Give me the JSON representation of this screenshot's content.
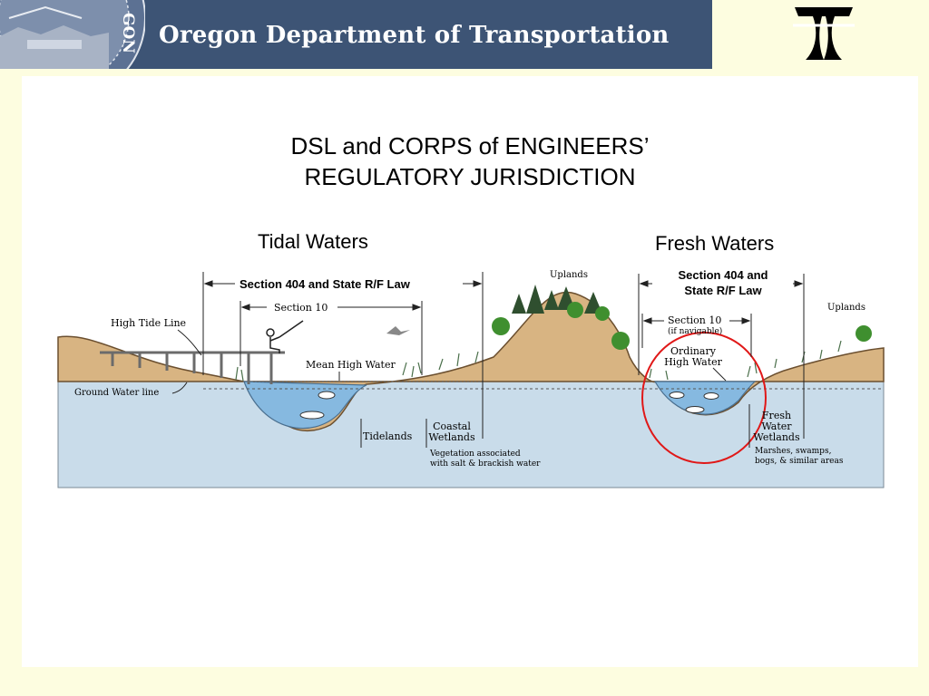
{
  "header": {
    "agency_name": "Oregon Department of Transportation",
    "seal_text": "GON"
  },
  "slide": {
    "title_line1": "DSL and CORPS of ENGINEERS’",
    "title_line2": "REGULATORY JURISDICTION"
  },
  "diagram": {
    "tidal_heading": "Tidal Waters",
    "fresh_heading": "Fresh Waters",
    "tidal_section404": "Section 404 and State R/F Law",
    "fresh_section404_line1": "Section 404 and",
    "fresh_section404_line2": "State R/F Law",
    "tidal_section10": "Section 10",
    "fresh_section10": "Section 10",
    "if_navigable": "(if navigable)",
    "high_tide_line": "High Tide Line",
    "ground_water_line": "Ground Water line",
    "mean_high_water": "Mean High Water",
    "uplands_center": "Uplands",
    "uplands_right": "Uplands",
    "ordinary_high_water_line1": "Ordinary",
    "ordinary_high_water_line2": "High Water",
    "tidelands": "Tidelands",
    "coastal_wetlands_line1": "Coastal",
    "coastal_wetlands_line2": "Wetlands",
    "vegetation_note_line1": "Vegetation associated",
    "vegetation_note_line2": "with salt & brackish water",
    "fresh_wetlands_line1": "Fresh",
    "fresh_wetlands_line2": "Water",
    "fresh_wetlands_line3": "Wetlands",
    "marshes_note_line1": "Marshes, swamps,",
    "marshes_note_line2": "bogs, & similar areas",
    "colors": {
      "water": "#c9dcea",
      "land": "#d8b482",
      "highlight_circle": "#e01818",
      "header_bg": "#3d5475",
      "page_bg": "#fdfde0"
    }
  }
}
